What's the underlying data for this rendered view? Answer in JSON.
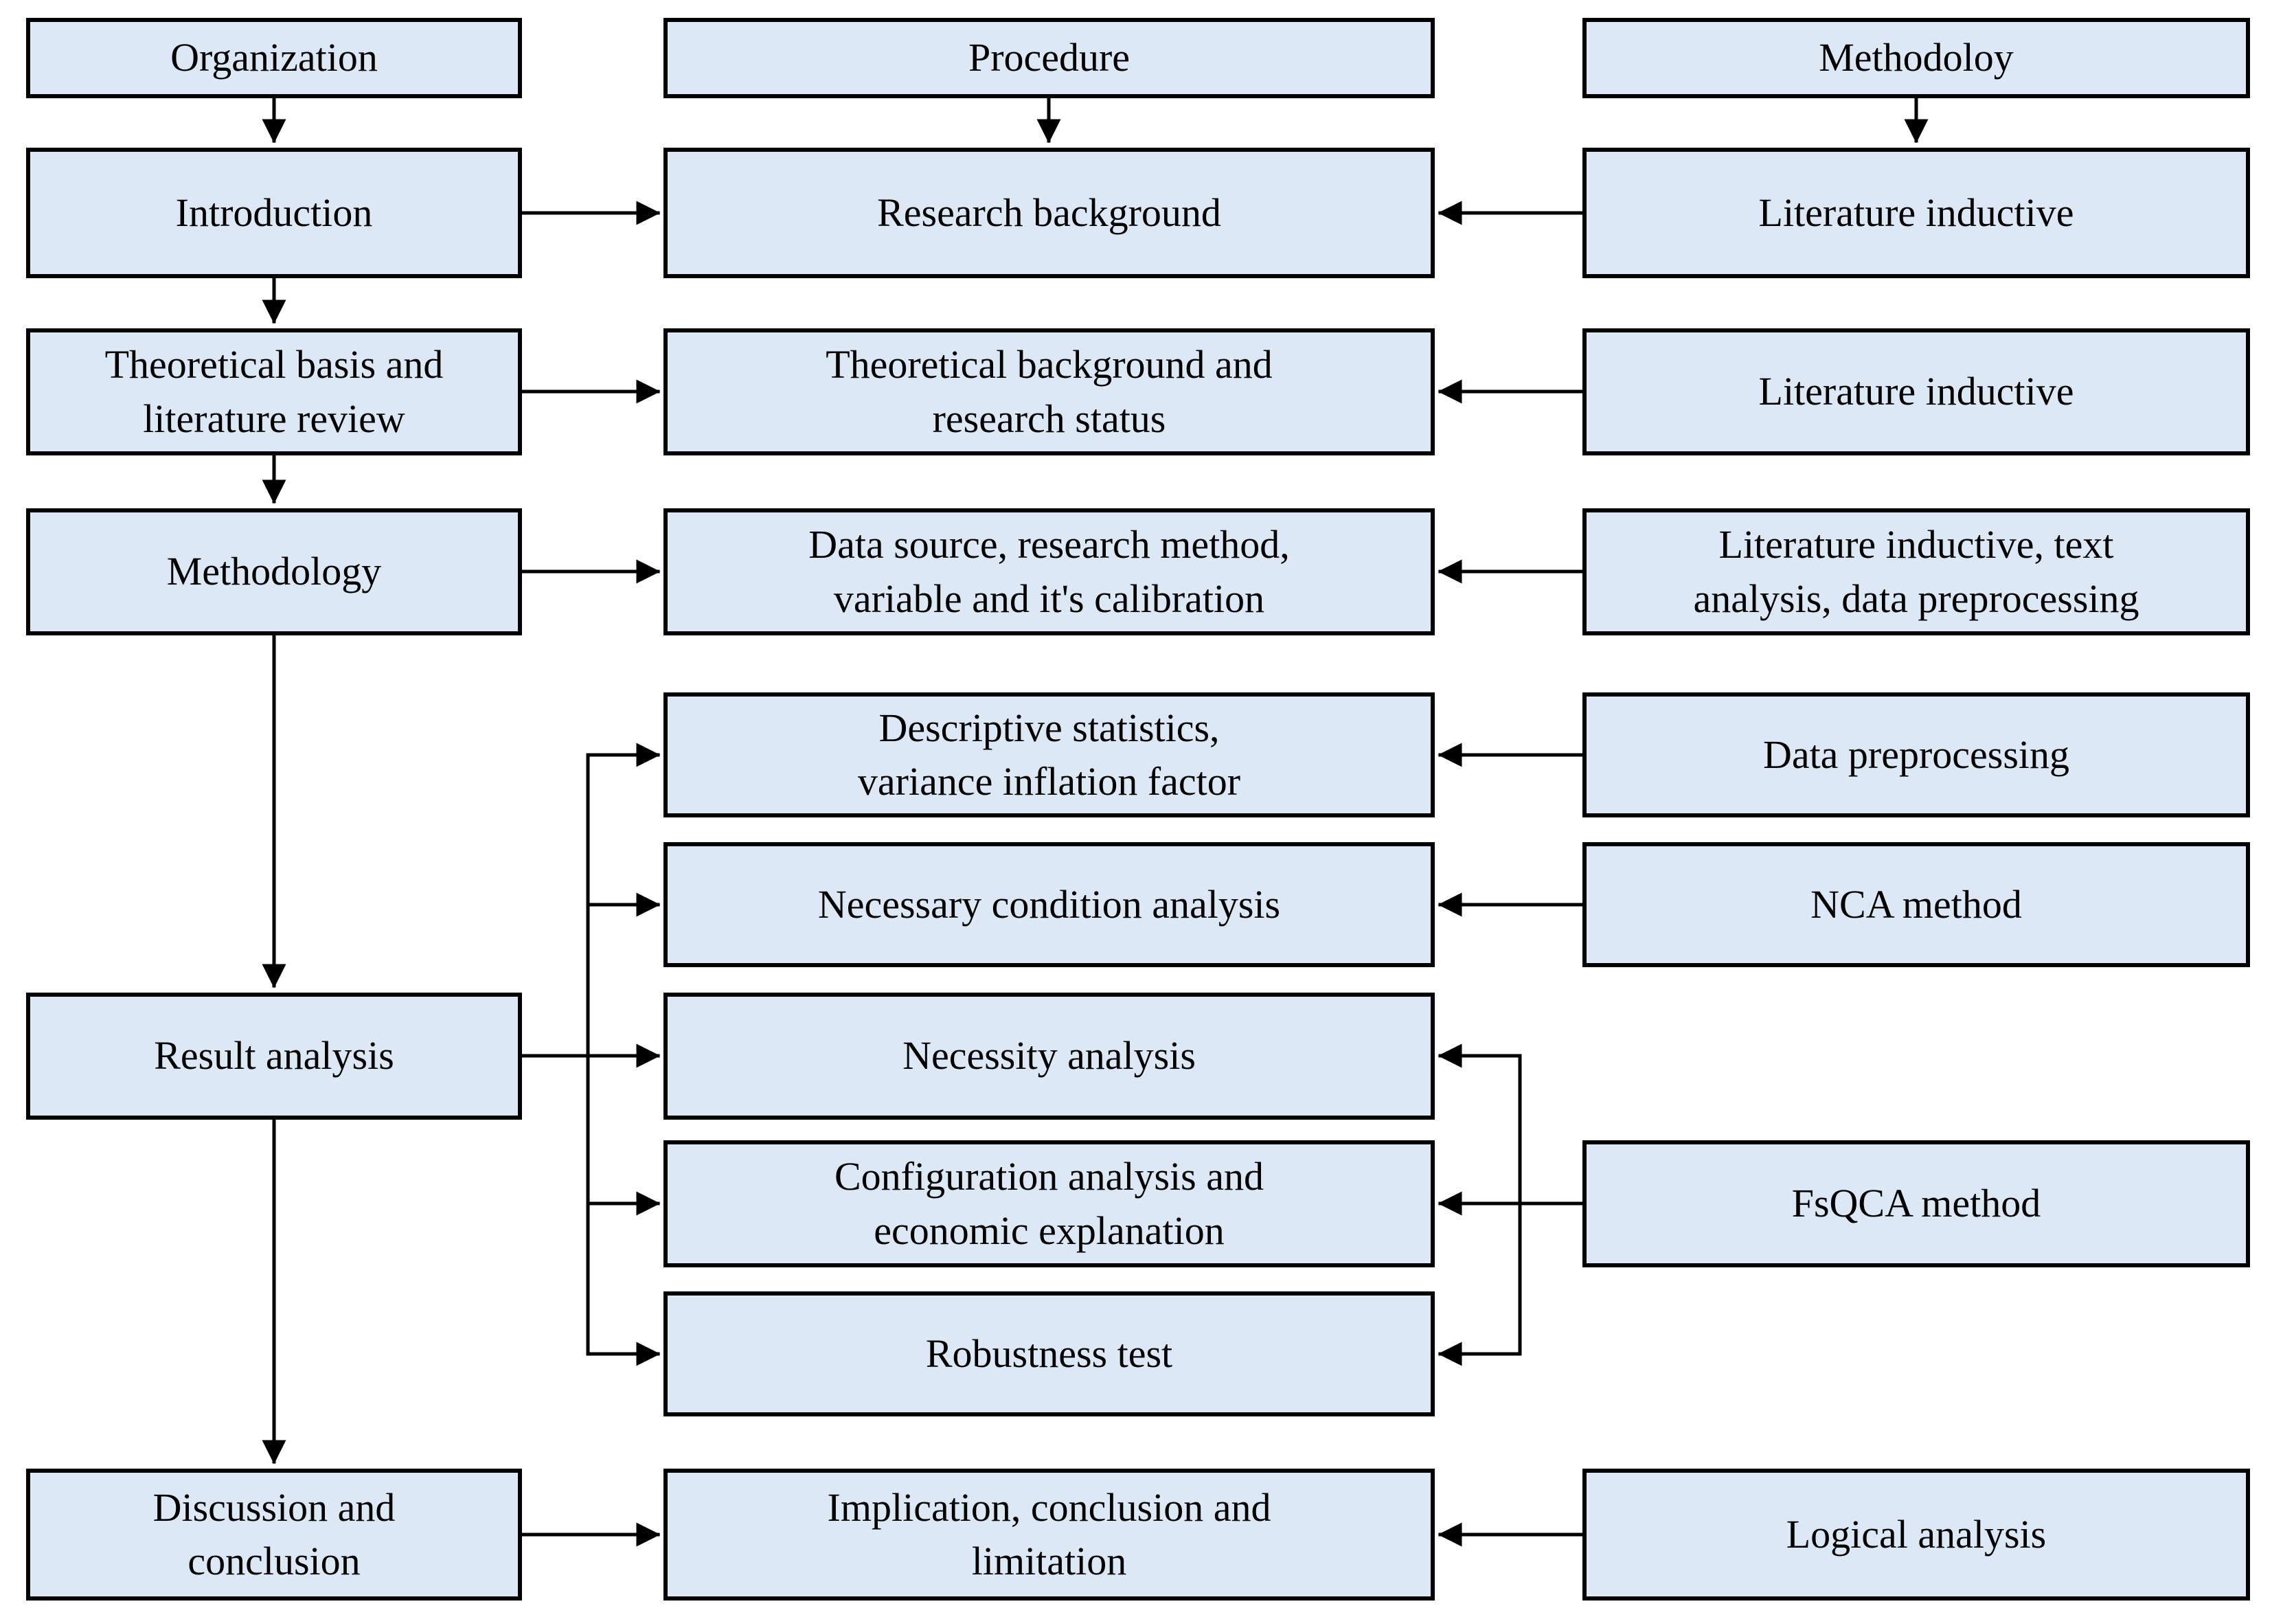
{
  "diagram": {
    "headers": [
      {
        "id": "organization",
        "label": "Organization"
      },
      {
        "id": "procedure",
        "label": "Procedure"
      },
      {
        "id": "methodoloy",
        "label": "Methodoloy"
      }
    ],
    "organization_column": [
      {
        "label": "Introduction"
      },
      {
        "label": [
          "Theoretical basis and",
          "literature review"
        ]
      },
      {
        "label": "Methodology"
      },
      {
        "label": "Result analysis"
      },
      {
        "label": [
          "Discussion and",
          "conclusion"
        ]
      }
    ],
    "procedure_column": [
      {
        "label": "Research background"
      },
      {
        "label": [
          "Theoretical background and",
          "research status"
        ]
      },
      {
        "label": [
          "Data source, research method,",
          "variable and it's calibration"
        ]
      },
      {
        "label": [
          "Descriptive statistics,",
          "variance inflation factor"
        ]
      },
      {
        "label": "Necessary condition analysis"
      },
      {
        "label": "Necessity analysis"
      },
      {
        "label": [
          "Configuration analysis and",
          "economic explanation"
        ]
      },
      {
        "label": "Robustness test"
      },
      {
        "label": [
          "Implication, conclusion  and",
          "limitation"
        ]
      }
    ],
    "methodoloy_column": [
      {
        "label": "Literature inductive"
      },
      {
        "label": "Literature inductive"
      },
      {
        "label": [
          "Literature inductive, text",
          "analysis, data preprocessing"
        ]
      },
      {
        "label": "Data preprocessing"
      },
      {
        "label": "NCA method"
      },
      {
        "label": "FsQCA method"
      },
      {
        "label": "Logical analysis"
      }
    ]
  },
  "colors": {
    "box_fill": "#dce8f6",
    "box_border": "#000000",
    "connector": "#000000",
    "background": "#ffffff"
  }
}
